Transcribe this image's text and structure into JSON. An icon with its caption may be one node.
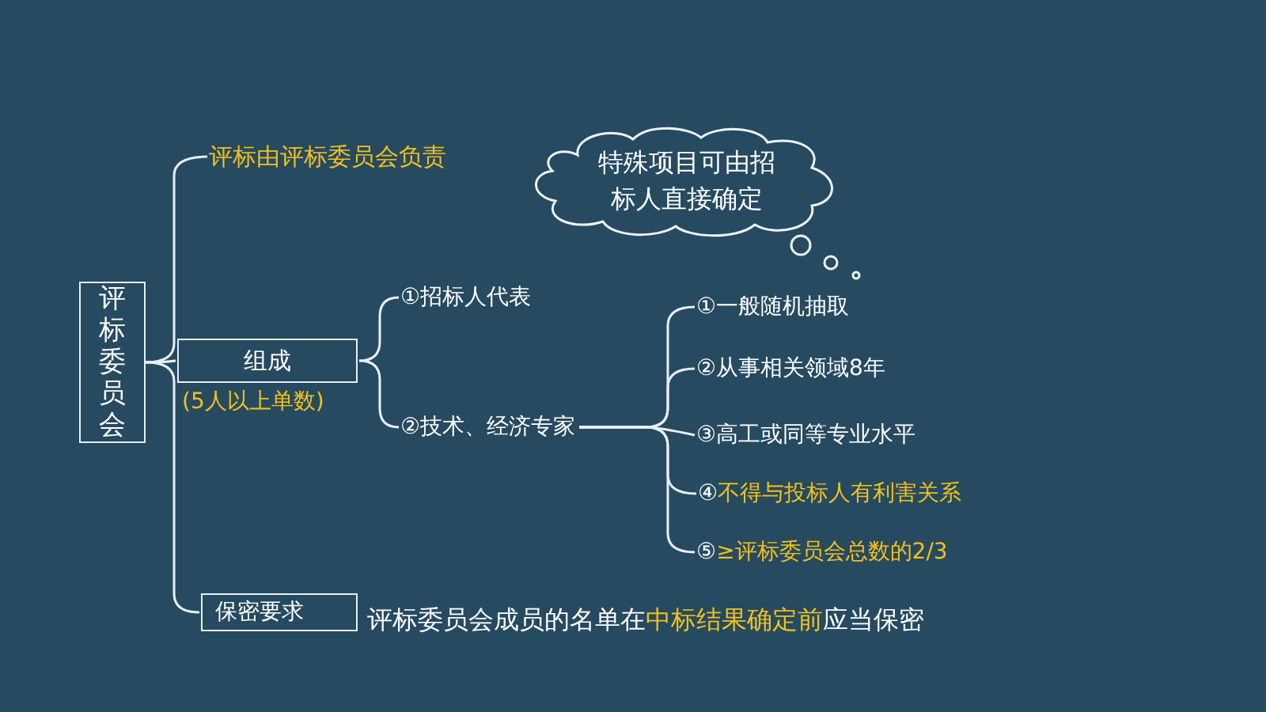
{
  "diagram": {
    "nodes": [
      {
        "text": [
          "评标委员会"
        ]
      },
      {
        "text": [
          "评标由评标委员会负责"
        ]
      },
      {
        "text": [
          "组成"
        ],
        "beside": [
          "(5人以上单数)"
        ]
      },
      {
        "text": [
          "保密要求"
        ],
        "beside": [
          "评标委员会成员的名单在**中标结果确定前**应当保密"
        ]
      },
      {
        "text": [
          "①招标人代表"
        ]
      },
      {
        "text": [
          "②技术、经济专家"
        ]
      },
      {
        "text": [
          "①一般随机抽取"
        ]
      },
      {
        "text": [
          "②从事相关领域8年"
        ]
      },
      {
        "text": [
          "③高工或同等专业水平"
        ]
      },
      {
        "text": [
          "④不得与投标人有利害关系"
        ]
      },
      {
        "text": [
          "⑤≥评标委员会总数的2/3"
        ]
      },
      {
        "text": [
          "特殊项目可由招标人直接确定"
        ]
      }
    ],
    "edges": [
      {
        "from": 0,
        "to": 1,
        "arrow": "none"
      },
      {
        "from": 0,
        "to": 2,
        "arrow": "none"
      },
      {
        "from": 0,
        "to": 3,
        "arrow": "none"
      },
      {
        "from": 2,
        "to": 4,
        "arrow": "none"
      },
      {
        "from": 2,
        "to": 5,
        "arrow": "none"
      },
      {
        "from": 5,
        "to": 6,
        "arrow": "none"
      },
      {
        "from": 5,
        "to": 7,
        "arrow": "none"
      },
      {
        "from": 5,
        "to": 8,
        "arrow": "none"
      },
      {
        "from": 5,
        "to": 9,
        "arrow": "none"
      },
      {
        "from": 5,
        "to": 10,
        "arrow": "none"
      }
    ]
  }
}
